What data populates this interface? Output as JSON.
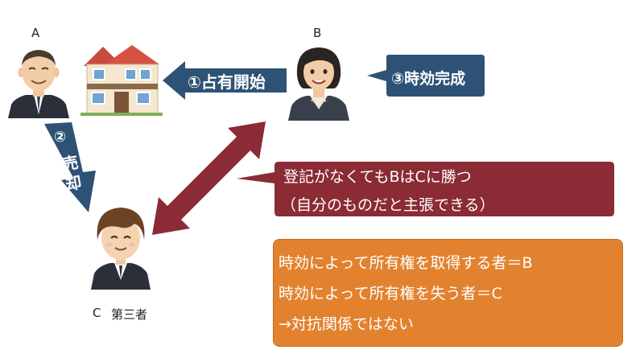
{
  "people": {
    "a": {
      "label": "A"
    },
    "b": {
      "label": "B"
    },
    "c": {
      "label": "C",
      "role": "第三者"
    }
  },
  "arrows": {
    "possession": "①占有開始",
    "sale_number": "②",
    "sale_chars": [
      "売",
      "却"
    ],
    "prescription": "③時効完成"
  },
  "callout": {
    "line1": "登記がなくてもBはCに勝つ",
    "line2": "（自分のものだと主張できる）"
  },
  "summary": {
    "line1": "時効によって所有権を取得する者＝B",
    "line2": "時効によって所有権を失う者＝C",
    "line3": "→対抗関係ではない"
  },
  "colors": {
    "navy": "#2d5275",
    "maroon": "#8b2b36",
    "orange": "#e2822f"
  }
}
